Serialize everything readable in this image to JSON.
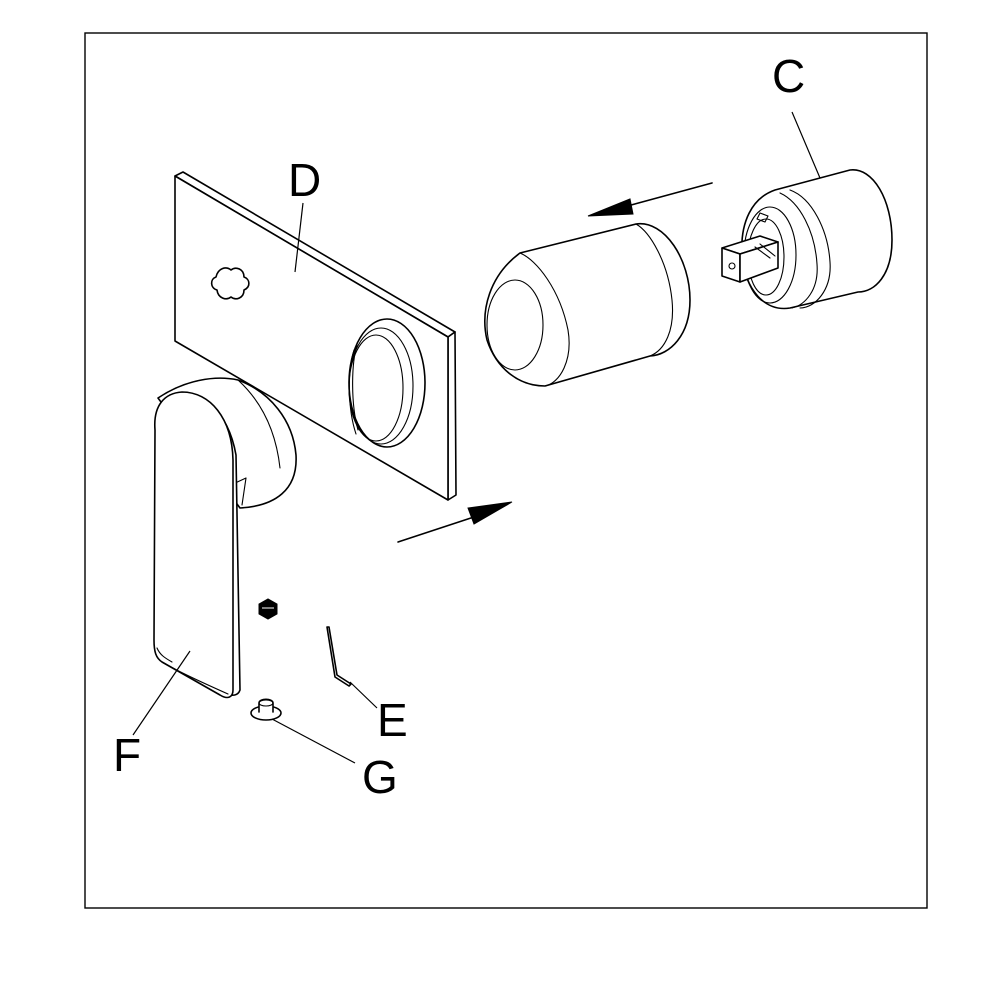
{
  "labels": {
    "c": "C",
    "d": "D",
    "e": "E",
    "f": "F",
    "g": "G"
  },
  "colors": {
    "stroke": "#000000",
    "background": "#ffffff"
  }
}
